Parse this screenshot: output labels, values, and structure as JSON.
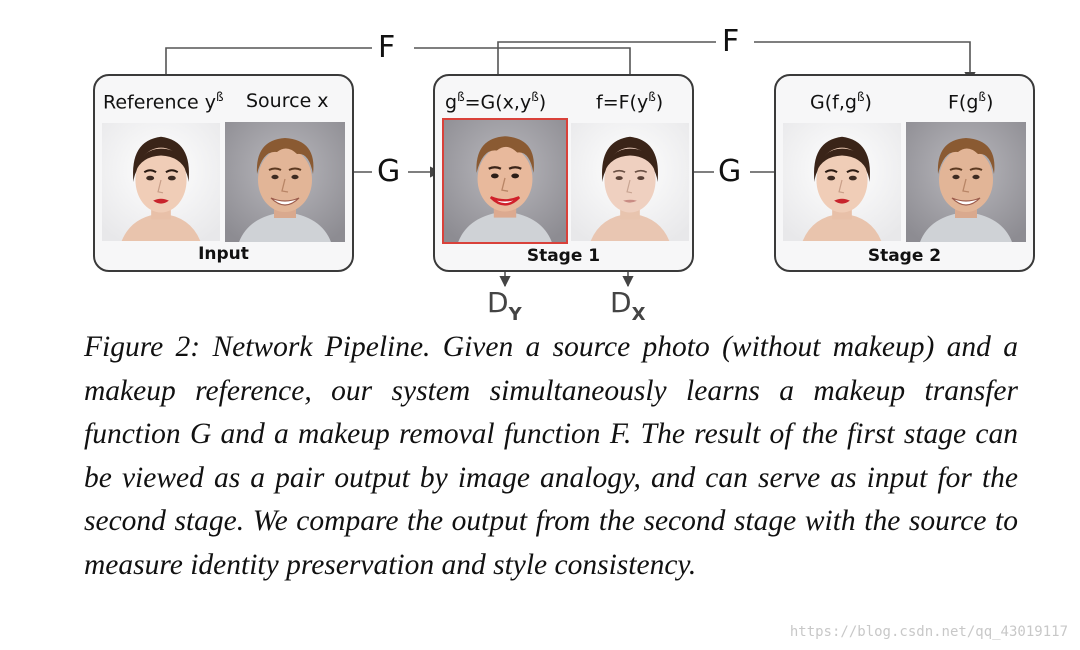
{
  "figure": {
    "input_box": {
      "caption": "Input",
      "reference_label": "Reference y",
      "reference_sup": "ß",
      "source_label": "Source x"
    },
    "stage1_box": {
      "caption": "Stage 1",
      "transfer_label_pre": "g",
      "transfer_label_sup1": "ß",
      "transfer_label_mid": "=G(x,y",
      "transfer_label_sup2": "ß",
      "transfer_label_post": ")",
      "removal_label_pre": "f=F(y",
      "removal_label_sup": "ß",
      "removal_label_post": ")"
    },
    "stage2_box": {
      "caption": "Stage 2",
      "g_label_pre": "G(f,g",
      "g_label_sup": "ß",
      "g_label_post": ")",
      "f_label_pre": "F(g",
      "f_label_sup": "ß",
      "f_label_post": ")"
    },
    "flow": {
      "f_top_left": "F",
      "f_top_right": "F",
      "g_left": "G",
      "g_right": "G"
    },
    "discriminators": {
      "dy_main": "D",
      "dy_sub": "Y",
      "dx_main": "D",
      "dx_sub": "X"
    },
    "colors": {
      "border": "#3a3a3a",
      "highlight": "#d9413a",
      "arrow": "#555555"
    }
  },
  "caption_text": "Figure 2: Network Pipeline. Given a source photo (without makeup) and a makeup reference, our system simultaneously learns a makeup transfer function G and a makeup removal function F. The result of the first stage can be viewed as a pair output by image analogy, and can serve as input for the second stage. We compare the output from the second stage with the source to measure identity preservation and style consistency.",
  "watermark": "https://blog.csdn.net/qq_43019117"
}
